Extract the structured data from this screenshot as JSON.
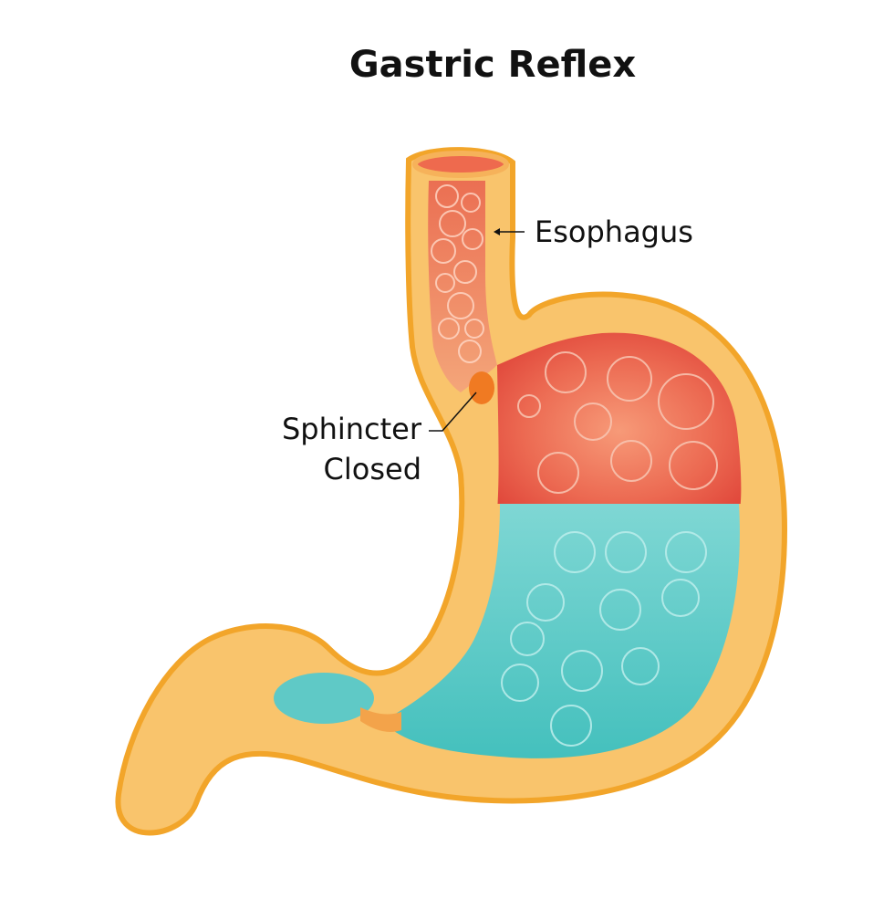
{
  "title": "Gastric Reflex",
  "labels": {
    "esophagus": "Esophagus",
    "sphincter_line1": "Sphincter",
    "sphincter_line2": "Closed"
  },
  "colors": {
    "wall": "#f9c26a",
    "wall_outline": "#f4a82c",
    "acid": "#e84f3e",
    "liquid": "#5fc9c6",
    "sphincter": "#f07a22"
  }
}
